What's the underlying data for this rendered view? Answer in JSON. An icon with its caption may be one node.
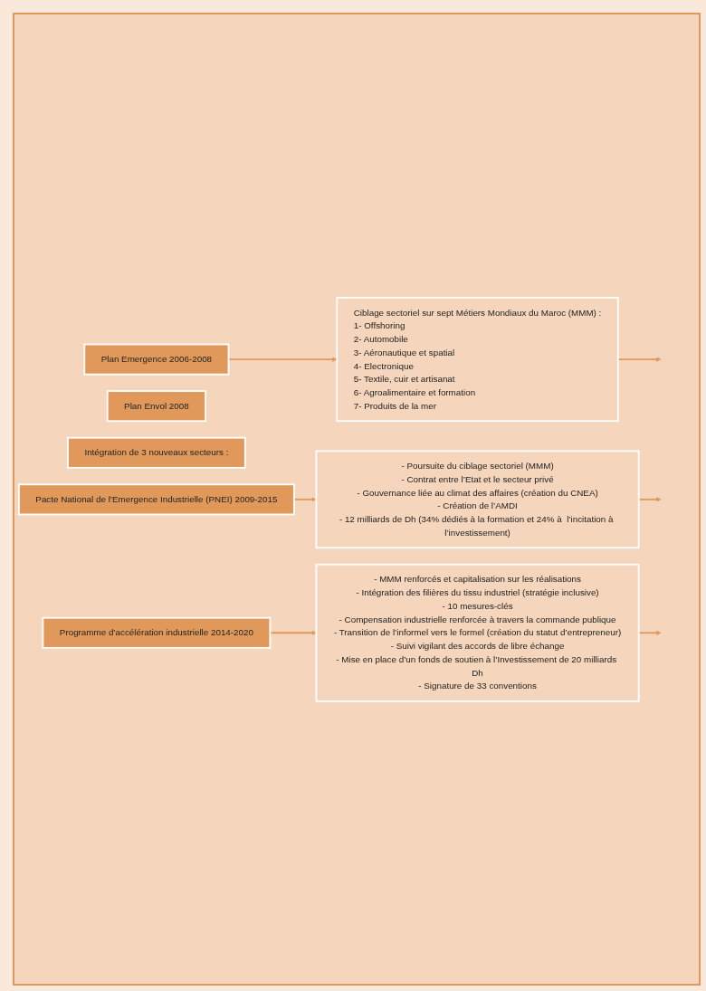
{
  "diagram": {
    "nodes": [
      {
        "text": [
          "Plan Emergence 2006-2008"
        ]
      },
      {
        "text": [
          "Ciblage sectoriel sur sept Métiers Mondiaux du Maroc (MMM) :",
          "1- Offshoring",
          "2- Automobile",
          "3- Aéronautique et spatial",
          "4- Electronique",
          "5- Textile, cuir et artisanat",
          "6- Agroalimentaire et formation",
          "7- Produits de la mer"
        ]
      },
      {
        "text": [
          "Plan Envol  2008"
        ]
      },
      {
        "text": [
          "Intégration de 3 nouveaux secteurs :"
        ]
      },
      {
        "text": [
          "Pacte National de l’Emergence Industrielle (PNEI) 2009-2015"
        ]
      },
      {
        "text": [
          "- Poursuite du ciblage sectoriel (MMM)",
          "- Contrat entre l’Etat et le secteur privé",
          "- Gouvernance liée au climat des affaires (création du CNEA)",
          "- Création de l’AMDI",
          "- 12 milliards de Dh (34% dédiés à la formation et 24% à  l’incitation à l’investissement)"
        ]
      },
      {
        "text": [
          "Programme d’accélération industrielle 2014-2020"
        ]
      },
      {
        "text": [
          "- MMM renforcés et capitalisation sur les réalisations",
          "- Intégration des filières du tissu industriel (stratégie inclusive)",
          "- 10 mesures-clés",
          "- Compensation industrielle renforcée à travers la commande publique",
          "- Transition de l’informel vers le formel (création du statut d’entrepreneur)",
          "- Suivi vigilant des accords de libre échange",
          "- Mise en place d’un fonds de soutien à l’Investissement de 20 milliards Dh",
          "- Signature de 33 conventions"
        ]
      }
    ],
    "edges": [
      {
        "from": 0,
        "to": 1,
        "arrow": "to"
      },
      {
        "from": 1,
        "to": null,
        "arrow": "to"
      },
      {
        "from": 4,
        "to": 5,
        "arrow": "to"
      },
      {
        "from": 5,
        "to": null,
        "arrow": "to"
      },
      {
        "from": 6,
        "to": 7,
        "arrow": "to"
      },
      {
        "from": 7,
        "to": null,
        "arrow": "to"
      }
    ]
  }
}
